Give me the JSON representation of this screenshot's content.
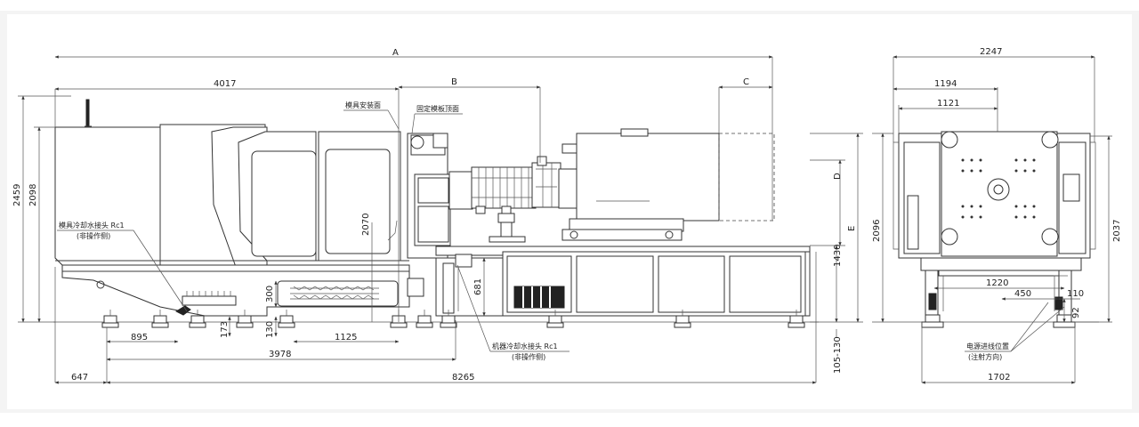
{
  "dimensions": {
    "A": "A",
    "B": "B",
    "C": "C",
    "D": "D",
    "E": "E",
    "d4017": "4017",
    "d2459": "2459",
    "d2098": "2098",
    "d2070": "2070",
    "d1430": "1430",
    "d681": "681",
    "d300": "300",
    "d173": "173",
    "d130": "130",
    "d895": "895",
    "d1125": "1125",
    "d3978": "3978",
    "d647": "647",
    "d8265": "8265",
    "d105_130": "105-130",
    "d2247": "2247",
    "d1194": "1194",
    "d1121": "1121",
    "d2096": "2096",
    "d2037": "2037",
    "d1220": "1220",
    "d450": "450",
    "d110": "110",
    "d92": "92",
    "d1702": "1702"
  },
  "annotations": {
    "mold_mount_face": "模具安装面",
    "fixed_platen_top": "固定模板顶面",
    "mold_cooling_line1": "模具冷却水接头 Rc1",
    "mold_cooling_line2": "(非操作侧)",
    "machine_cooling_line1": "机器冷却水接头 Rc1",
    "machine_cooling_line2": "(非操作侧)",
    "power_inlet_line1": "电源进线位置",
    "power_inlet_line2": "(注射方向)"
  }
}
